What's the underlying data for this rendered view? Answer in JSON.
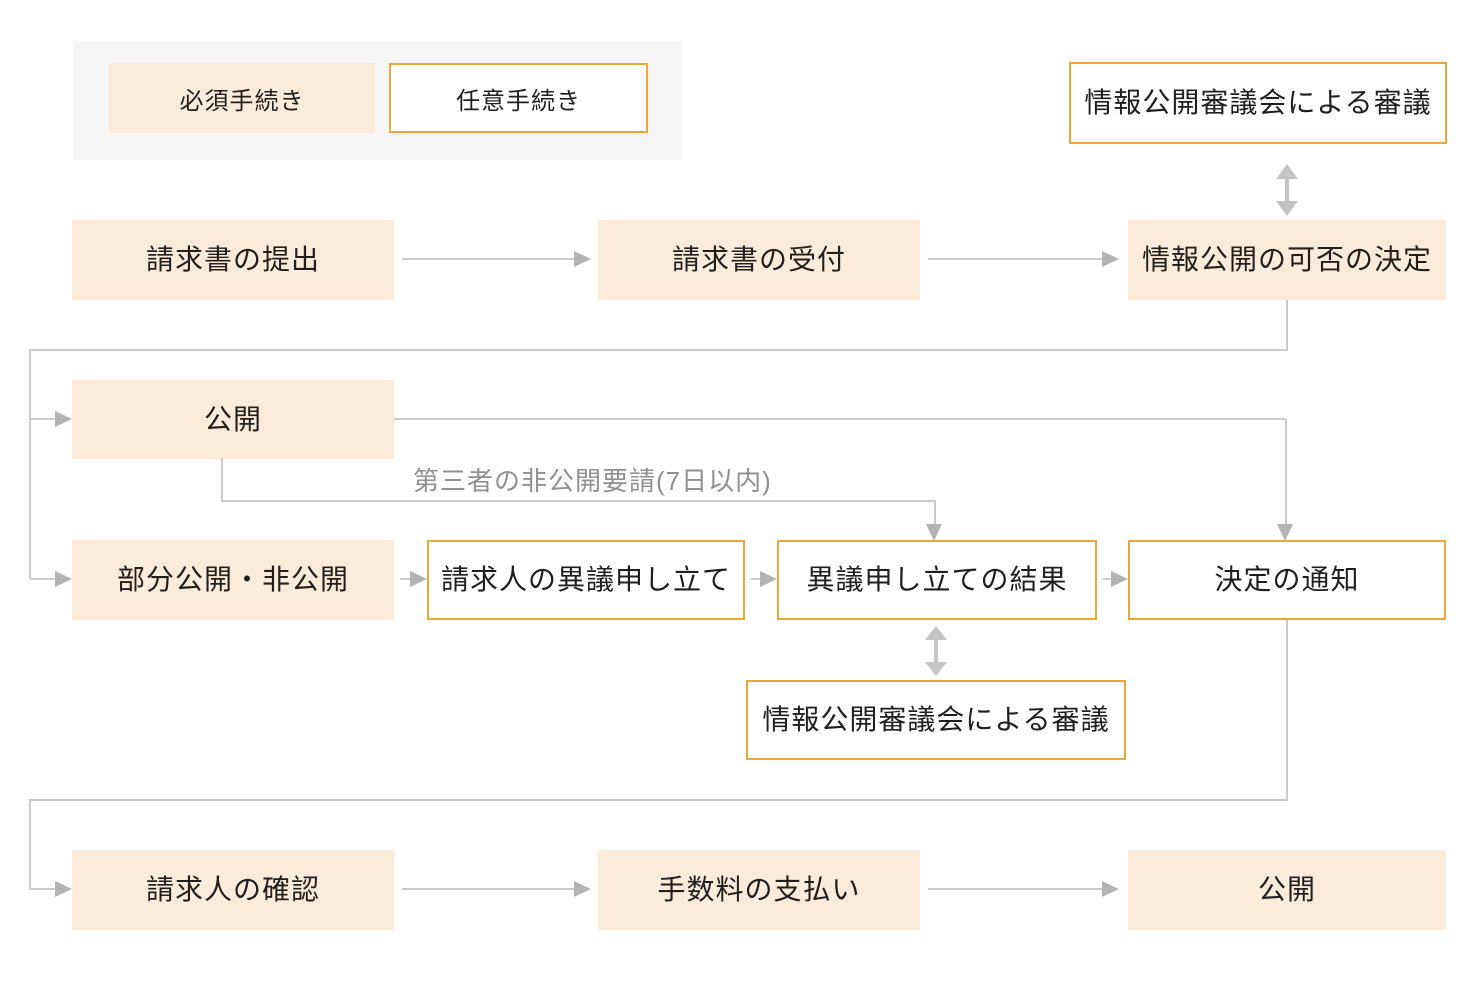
{
  "legend": {
    "required_label": "必須手続き",
    "optional_label": "任意手続き"
  },
  "nodes": {
    "council_top": "情報公開審議会による審議",
    "submit_request": "請求書の提出",
    "receive_request": "請求書の受付",
    "disclosure_decision": "情報公開の可否の決定",
    "disclose": "公開",
    "partial_nondisclosure": "部分公開・非公開",
    "requester_objection": "請求人の異議申し立て",
    "objection_result": "異議申し立ての結果",
    "decision_notice": "決定の通知",
    "council_bottom": "情報公開審議会による審議",
    "requester_confirmation": "請求人の確認",
    "fee_payment": "手数料の支払い",
    "final_disclosure": "公開"
  },
  "annotations": {
    "third_party_request": "第三者の非公開要請(7日以内)"
  },
  "colors": {
    "required_fill": "#fcebd9",
    "optional_border": "#eda63a",
    "connector_line": "#cbcbcb",
    "arrowhead": "#b3b3b3",
    "legend_background": "#f6f6f6",
    "annotation_text": "#909090",
    "node_text": "#1f1f1f"
  }
}
